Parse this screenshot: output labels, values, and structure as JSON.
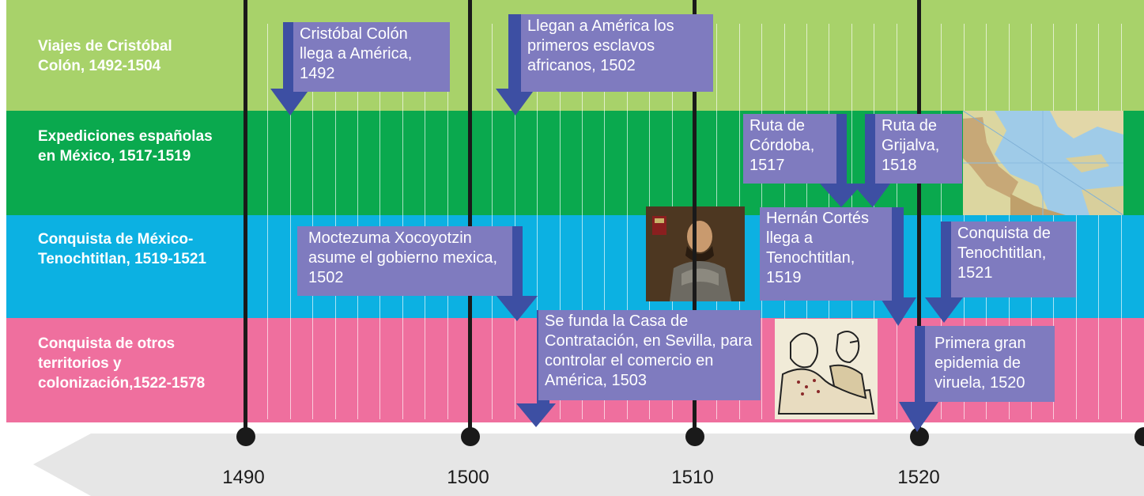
{
  "bands": [
    {
      "label": "Viajes de Cristóbal Colón, 1492-1504",
      "color": "#a8d26a"
    },
    {
      "label": "Expediciones españolas en México, 1517-1519",
      "color": "#0aa94e"
    },
    {
      "label": "Conquista de México-Tenochtitlan, 1519-1521",
      "color": "#0cb1e2"
    },
    {
      "label": "Conquista de otros territorios y colonización,1522-1578",
      "color": "#ef6f9e"
    }
  ],
  "axis": {
    "years": [
      "1490",
      "1500",
      "1510",
      "1520"
    ],
    "arrow_color": "#e6e6e6",
    "line_color": "#1a1a1a"
  },
  "events": [
    {
      "text": "Cristóbal Colón llega a América, 1492"
    },
    {
      "text": "Llegan a América los primeros esclavos africanos, 1502"
    },
    {
      "text": "Ruta de Córdoba, 1517"
    },
    {
      "text": "Ruta de Grijalva, 1518"
    },
    {
      "text": "Moctezuma Xocoyotzin asume el gobierno mexica, 1502"
    },
    {
      "text": "Hernán Cortés llega a Tenochtitlan, 1519"
    },
    {
      "text": "Conquista de Tenochtitlan, 1521"
    },
    {
      "text": "Se funda la Casa de Contratación, en Sevilla, para controlar el comercio en América, 1503"
    },
    {
      "text": "Primera gran epidemia de viruela, 1520"
    }
  ],
  "images": [
    {
      "icon": "map-icon"
    },
    {
      "icon": "portrait-icon"
    },
    {
      "icon": "codex-illustration-icon"
    }
  ],
  "colors": {
    "event_box": "#7f7bbf",
    "arrow": "#3d4fa3"
  }
}
